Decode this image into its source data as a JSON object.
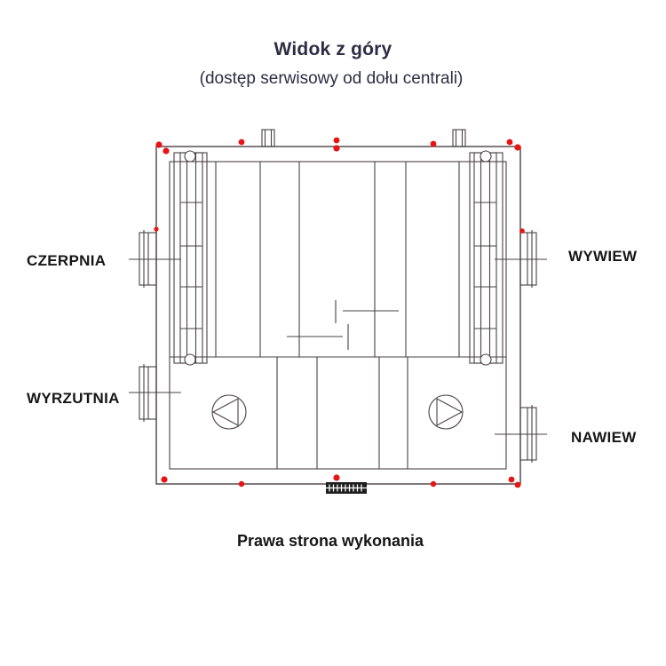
{
  "title": "Widok z góry",
  "subtitle": "(dostęp serwisowy od dołu centrali)",
  "caption": "Prawa strona wykonania",
  "labels": {
    "intake": "CZERPNIA",
    "exhaust_out": "WYWIEW",
    "discharge": "WYRZUTNIA",
    "supply": "NAWIEW"
  },
  "colors": {
    "background": "#ffffff",
    "line": "#4a4145",
    "marker_red": "#e81313",
    "heading_text": "#2d2d44",
    "label_text": "#161616"
  },
  "diagram": {
    "type": "top-view-technical-drawing",
    "subject": "air-handling-unit",
    "components": [
      "unit-casing",
      "roof-port-left",
      "roof-port-right",
      "heat-exchanger-left",
      "heat-exchanger-right",
      "bypass-damper-lines",
      "fan-left",
      "fan-right",
      "flange-czerpnia",
      "flange-wyrzutnia",
      "flange-wywiew",
      "flange-nawiew",
      "terminal-strip",
      "red-fixing-markers"
    ]
  }
}
